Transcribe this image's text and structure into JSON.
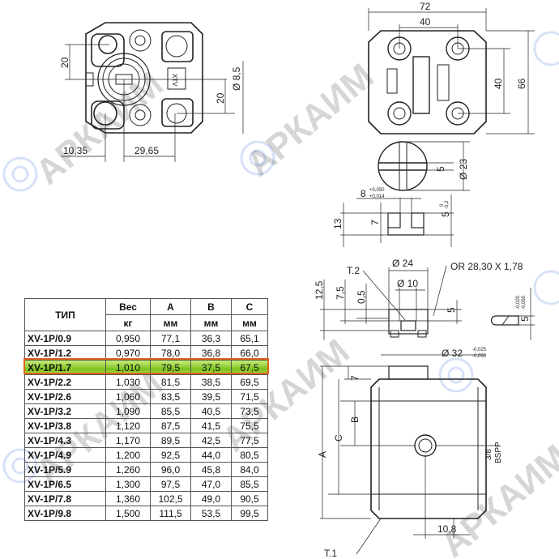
{
  "watermark": {
    "text": "АРКАИМ"
  },
  "front_view": {
    "dim_20_left": "20",
    "dim_d85": "Ø 8,5",
    "dim_20_right": "20",
    "dim_1035": "10,35",
    "dim_2965": "29,65",
    "plate_text": "XTV"
  },
  "top_view": {
    "dim_72": "72",
    "dim_40_top": "40",
    "dim_40_right": "40",
    "dim_66": "66"
  },
  "shaft_end": {
    "dim_5": "5",
    "dim_d23": "Ø 23"
  },
  "key": {
    "dim_8": "8",
    "tol_8_upper": "+0,050",
    "tol_8_lower": "+0,014",
    "dim_13": "13",
    "dim_7": "7",
    "dim_5": "5",
    "tol_5_upper": "0",
    "tol_5_lower": "-0,2"
  },
  "flange": {
    "dim_d24": "Ø 24",
    "dim_d10": "Ø 10",
    "label_t2": "T.2",
    "oring": "OR 28,30 X 1,78",
    "dim_125": "12,5",
    "dim_75": "7,5",
    "dim_05": "0,5",
    "dim_5": "5",
    "dim_5_key": "5",
    "tol_key_upper": "-0,020",
    "tol_key_lower": "-0,050",
    "dim_d32": "Ø 32",
    "tol_d32_upper": "-0,025",
    "tol_d32_lower": "-0,050"
  },
  "side_view": {
    "dim_7": "7",
    "dim_b": "B",
    "dim_c": "C",
    "dim_a": "A",
    "port": "3/8",
    "port_type": "BSPP",
    "dim_108": "10,8",
    "label_t1": "T.1"
  },
  "table": {
    "headers": {
      "type": "ТИП",
      "weight": "Вес",
      "a": "A",
      "b": "B",
      "c": "C"
    },
    "units": {
      "weight": "кг",
      "a": "мм",
      "b": "мм",
      "c": "мм"
    },
    "highlight_color": "#7cc21d",
    "highlight_border": "#e2661c",
    "highlighted_row": 2,
    "rows": [
      [
        "XV-1P/0.9",
        "0,950",
        "77,1",
        "36,3",
        "65,1"
      ],
      [
        "XV-1P/1.2",
        "0,970",
        "78,0",
        "36,8",
        "66,0"
      ],
      [
        "XV-1P/1.7",
        "1,010",
        "79,5",
        "37,5",
        "67,5"
      ],
      [
        "XV-1P/2.2",
        "1,030",
        "81,5",
        "38,5",
        "69,5"
      ],
      [
        "XV-1P/2.6",
        "1,060",
        "83,5",
        "39,5",
        "71,5"
      ],
      [
        "XV-1P/3.2",
        "1,090",
        "85,5",
        "40,5",
        "73,5"
      ],
      [
        "XV-1P/3.8",
        "1,120",
        "87,5",
        "41,5",
        "75,5"
      ],
      [
        "XV-1P/4.3",
        "1,170",
        "89,5",
        "42,5",
        "77,5"
      ],
      [
        "XV-1P/4.9",
        "1,200",
        "92,5",
        "44,0",
        "80,5"
      ],
      [
        "XV-1P/5.9",
        "1,260",
        "96,0",
        "45,8",
        "84,0"
      ],
      [
        "XV-1P/6.5",
        "1,300",
        "97,5",
        "47,0",
        "85,5"
      ],
      [
        "XV-1P/7.8",
        "1,360",
        "102,5",
        "49,0",
        "90,5"
      ],
      [
        "XV-1P/9.8",
        "1,500",
        "111,5",
        "53,5",
        "99,5"
      ]
    ]
  }
}
